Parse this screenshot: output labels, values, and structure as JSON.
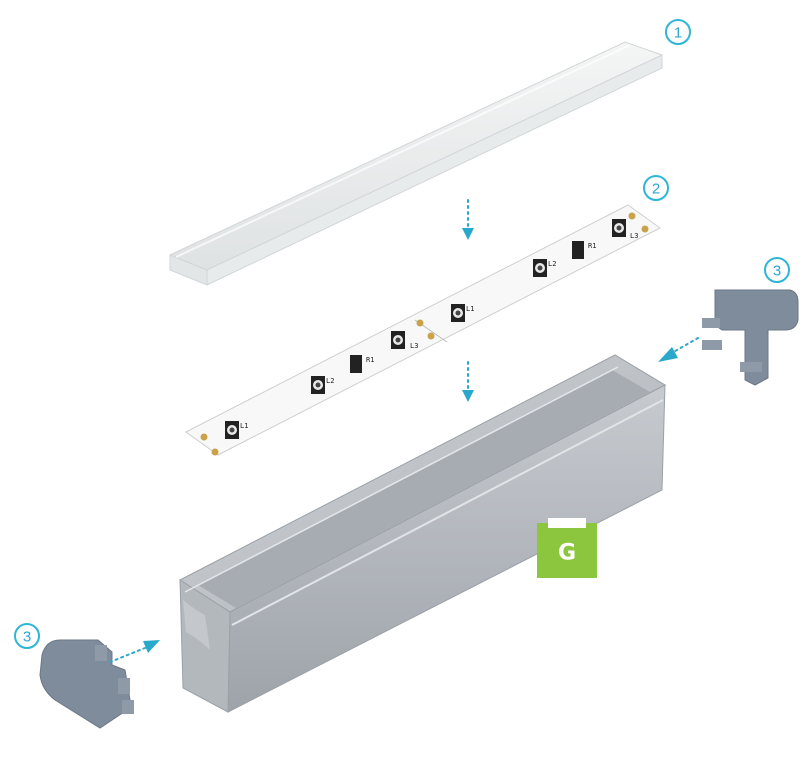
{
  "callouts": [
    {
      "id": "diffuser",
      "label": "1"
    },
    {
      "id": "led-strip",
      "label": "2"
    },
    {
      "id": "end-cap-right",
      "label": "3"
    },
    {
      "id": "end-cap-left",
      "label": "3"
    }
  ],
  "badge": {
    "letter": "G",
    "color": "#8cc63f"
  },
  "strip_labels": {
    "l1": "L1",
    "l2": "L2",
    "l3": "L3",
    "r1": "R1"
  },
  "colors": {
    "accent": "#2aa8cc",
    "diffuser": "#eef0f0",
    "profile": "#b8bcc2",
    "end_cap": "#7f8c9b",
    "strip": "#f7f7f7"
  }
}
